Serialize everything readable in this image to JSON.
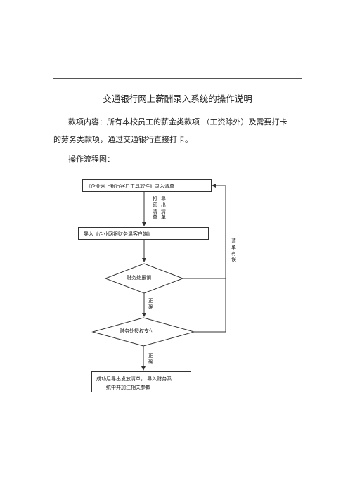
{
  "title": "交通银行网上薪酬录入系统的操作说明",
  "paragraph": {
    "line1": "款项内容：所有本校员工的薪金类款项 （工资除外）及需要打卡",
    "line2": "的劳务类款项，通过交通银行直接打卡。"
  },
  "flow_heading": "操作流程图：",
  "flowchart": {
    "step1": "《企业网上银行客户工具软件》录入清单",
    "print_list": [
      "打",
      "印",
      "清",
      "单"
    ],
    "export_list": [
      "导",
      "出",
      "清",
      "单"
    ],
    "step2": "导入《企业网银财务温客户端》",
    "decision1": "财务处报销",
    "correct1": [
      "正",
      "确"
    ],
    "decision2": "财务处授权支付",
    "correct2": [
      "正",
      "确"
    ],
    "list_error": [
      "清",
      "单",
      "有",
      "误"
    ],
    "final_line1": "成功后导出发放清单，   导入财务系",
    "final_line2": "统中并加注相关参数"
  }
}
